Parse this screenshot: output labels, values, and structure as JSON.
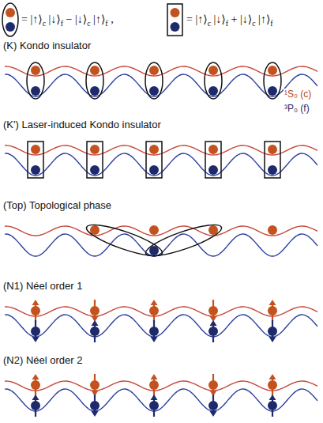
{
  "diagram": {
    "labels": [
      "= |↑⟩c |↓⟩f − |↓⟩c |↑⟩f ,",
      "= |↑⟩c |↓⟩f + |↓⟩c |↑⟩f",
      "(K) Kondo insulator",
      "¹S₀ (c)",
      "³P₀ (f)",
      "(K') Laser-induced Kondo insulator",
      "(Top) Topological phase",
      "(N1) Néel order 1",
      "(N2) Néel order 2"
    ]
  }
}
